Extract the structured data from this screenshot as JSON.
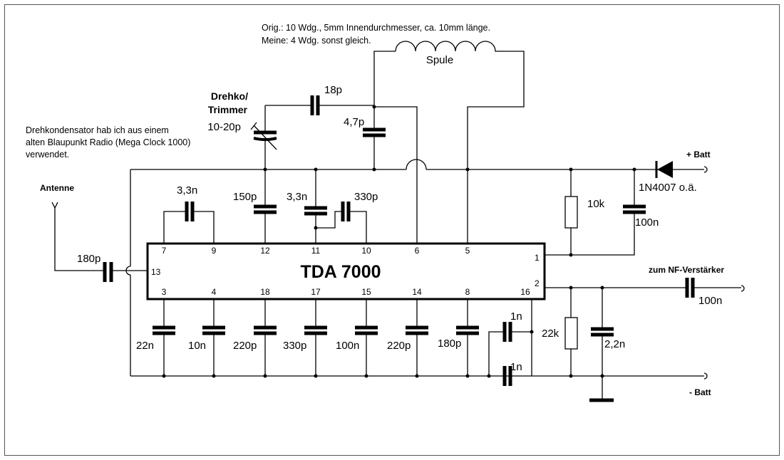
{
  "notes": {
    "original_line": "Orig.: 10 Wdg., 5mm Innendurchmesser, ca. 10mm länge.",
    "mine_line": "Meine: 4 Wdg. sonst gleich.",
    "drehko_line1": "Drehkondensator hab ich aus einem",
    "drehko_line2": "alten Blaupunkt Radio (Mega Clock 1000)",
    "drehko_line3": "verwendet."
  },
  "chip": {
    "name": "TDA 7000",
    "pins_top": [
      "7",
      "9",
      "12",
      "11",
      "10",
      "6",
      "5"
    ],
    "pins_bottom": [
      "3",
      "4",
      "18",
      "17",
      "15",
      "14",
      "8",
      "16"
    ],
    "pin_left": "13",
    "pin_right_1": "1",
    "pin_right_2": "2"
  },
  "labels": {
    "spule": "Spule",
    "drehko": "Drehko/",
    "trimmer": "Trimmer",
    "drehko_value": "10-20p",
    "c18p": "18p",
    "c4_7p": "4,7p",
    "antenne": "Antenne",
    "c180p_in": "180p",
    "c3_3n_a": "3,3n",
    "c150p": "150p",
    "c3_3n_b": "3,3n",
    "c330p_top": "330p",
    "r10k": "10k",
    "diode": "1N4007 o.ä.",
    "c100n_top": "100n",
    "plus_batt": "+ Batt",
    "minus_batt": "- Batt",
    "nf": "zum NF-Verstärker",
    "c100n_out": "100n",
    "r22k": "22k",
    "c2_2n": "2,2n",
    "c1n_a": "1n",
    "c1n_b": "1n",
    "c22n": "22n",
    "c10n": "10n",
    "c220p_a": "220p",
    "c330p_bot": "330p",
    "c100n_bot": "100n",
    "c220p_b": "220p",
    "c180p_bot": "180p"
  }
}
